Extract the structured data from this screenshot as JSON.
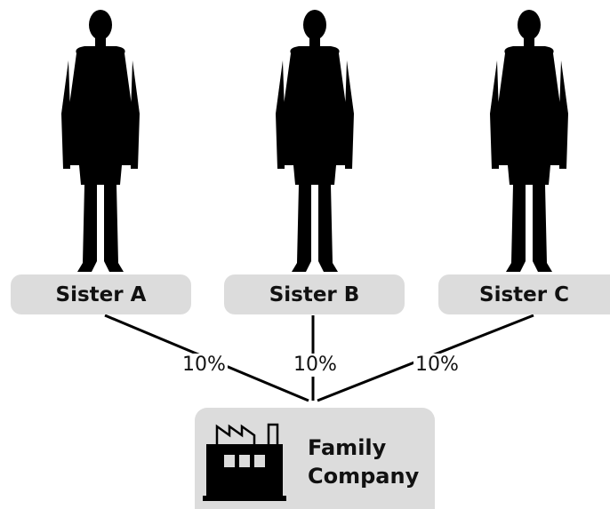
{
  "people": [
    {
      "label": "Sister A"
    },
    {
      "label": "Sister B"
    },
    {
      "label": "Sister C"
    }
  ],
  "edges": [
    {
      "from": "Sister A",
      "to": "Family Company",
      "label": "10%"
    },
    {
      "from": "Sister B",
      "to": "Family Company",
      "label": "10%"
    },
    {
      "from": "Sister C",
      "to": "Family Company",
      "label": "10%"
    }
  ],
  "company": {
    "line1": "Family",
    "line2": "Company",
    "icon": "factory-icon"
  },
  "colors": {
    "box_fill": "#dcdcdc",
    "silhouette": "#000000",
    "text": "#111111"
  }
}
